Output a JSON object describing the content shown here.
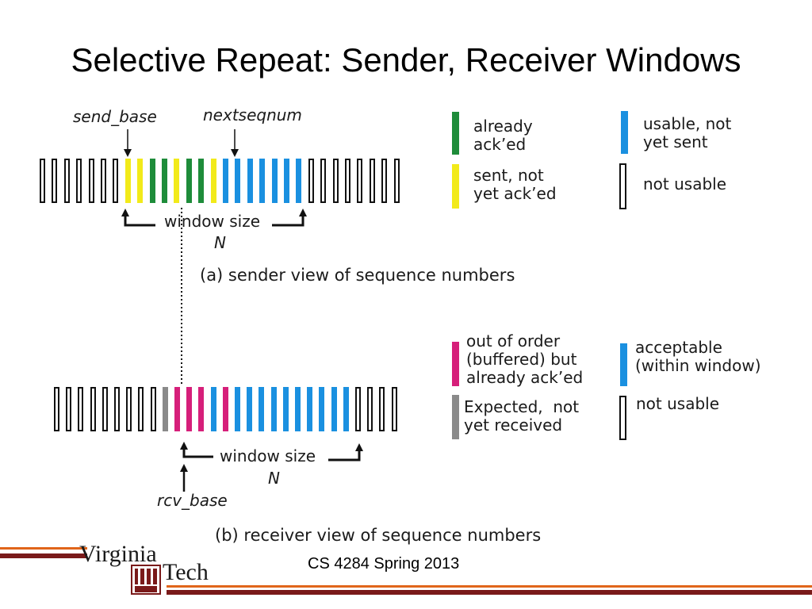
{
  "title": "Selective Repeat: Sender, Receiver Windows",
  "sender": {
    "send_base_label": "send_base",
    "nextseqnum_label": "nextseqnum",
    "window_size_label": "window size",
    "n_label": "N",
    "caption": "(a) sender view of sequence numbers",
    "slots": [
      "empty",
      "empty",
      "empty",
      "empty",
      "empty",
      "empty",
      "empty",
      "yellow",
      "yellow",
      "green",
      "green",
      "yellow",
      "green",
      "green",
      "yellow",
      "blue",
      "blue",
      "blue",
      "blue",
      "blue",
      "blue",
      "blue",
      "empty",
      "empty",
      "empty",
      "empty",
      "empty",
      "empty",
      "empty",
      "empty"
    ],
    "legend": {
      "already_acked": "already\nack’ed",
      "sent_not_acked": "sent, not\nyet ack’ed",
      "usable_not_sent": "usable, not\nyet sent",
      "not_usable": "not usable"
    }
  },
  "receiver": {
    "rcv_base_label": "rcv_base",
    "window_size_label": "window size",
    "n_label": "N",
    "caption": "(b) receiver view of sequence numbers",
    "slots": [
      "empty",
      "empty",
      "empty",
      "empty",
      "empty",
      "empty",
      "empty",
      "empty",
      "empty",
      "gray",
      "pink",
      "pink",
      "pink",
      "blue",
      "pink",
      "blue",
      "blue",
      "blue",
      "blue",
      "blue",
      "blue",
      "blue",
      "blue",
      "blue",
      "blue",
      "empty",
      "empty",
      "empty",
      "empty"
    ],
    "legend": {
      "out_of_order": "out of order\n(buffered) but\nalready ack’ed",
      "expected": "Expected,  not\nyet received",
      "acceptable": "acceptable\n(within window)",
      "not_usable": "not usable"
    }
  },
  "footer": {
    "course": "CS 4284 Spring 2013",
    "logo_top": "Virginia",
    "logo_bottom": "Tech"
  },
  "colors": {
    "yellow": "#f2ea1a",
    "green": "#1e8c3a",
    "blue": "#1a90e0",
    "pink": "#d61f7a",
    "gray": "#8a8a8a",
    "maroon": "#7a1a1a",
    "orange": "#e0651a"
  }
}
